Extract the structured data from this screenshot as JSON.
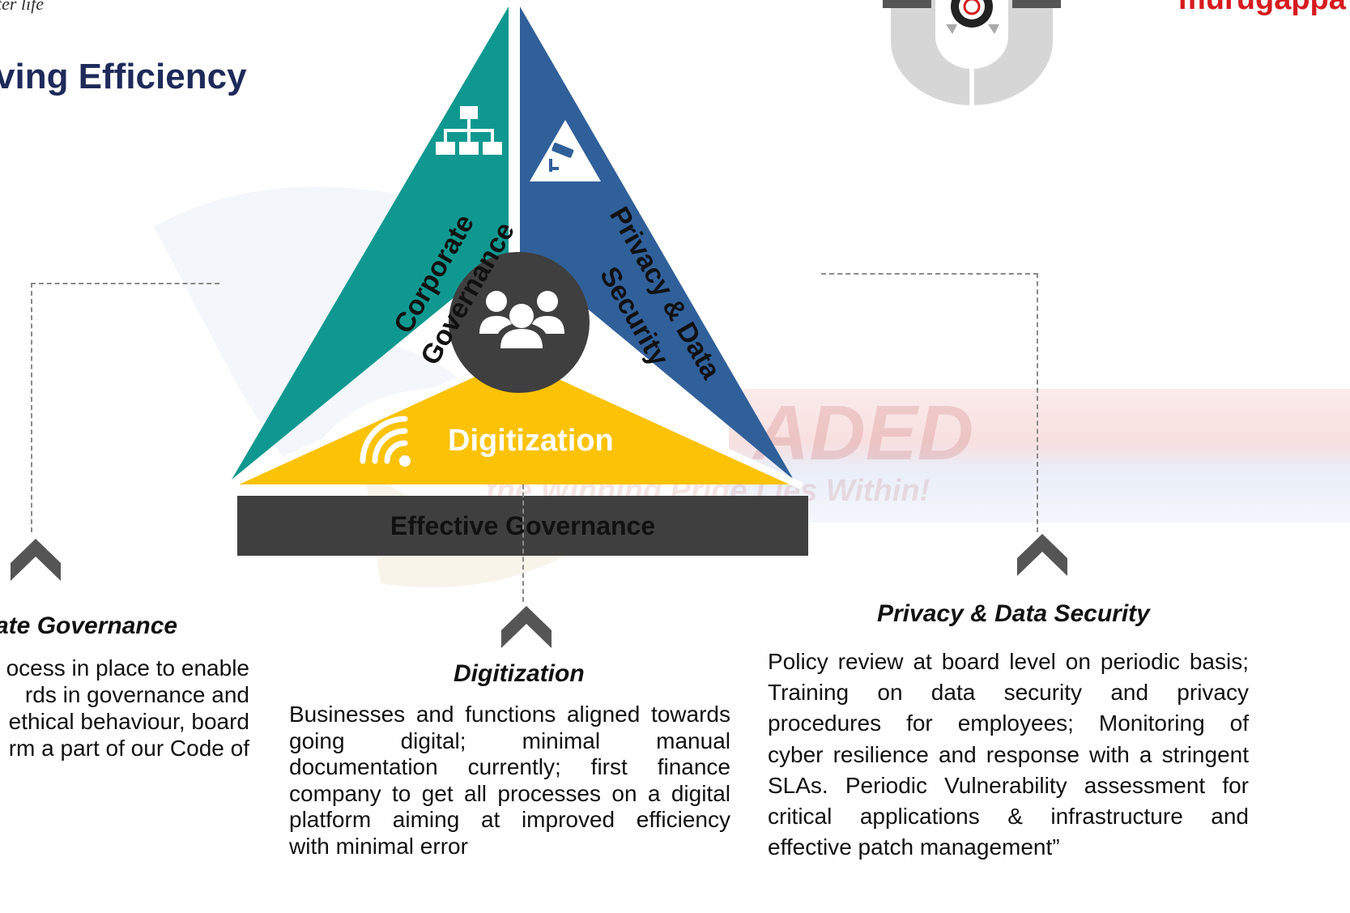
{
  "header": {
    "tagline": "ter life",
    "title": "ving Efficiency",
    "brand": "murugappa"
  },
  "watermark": {
    "word": "ADED",
    "line": "the Winning Pride Lies Within!"
  },
  "diagram": {
    "left_label_line1": "Corporate",
    "left_label_line2": "Governance",
    "right_label_line1": "Privacy & Data",
    "right_label_line2": "Security",
    "bottom_label": "Digitization",
    "base_label": "Effective Governance",
    "icons": [
      "org-chart-icon",
      "cctv-camera-icon",
      "group-people-icon",
      "wifi-signal-icon"
    ],
    "colors": {
      "teal": "#0f9890",
      "blue": "#30609a",
      "yellow": "#fbc206",
      "center": "#3f3f3f",
      "base": "#3f3f3f"
    }
  },
  "sections": {
    "left": {
      "title": "ate Governance",
      "lines": [
        "ocess in place to enable",
        "rds in governance and",
        "ethical behaviour, board",
        "rm a part of our Code of"
      ]
    },
    "middle": {
      "title": "Digitization",
      "lines": [
        "Businesses and functions aligned towards",
        "going digital; minimal manual",
        "documentation currently; first finance",
        "company to get all processes on a digital",
        "platform aiming at improved efficiency",
        "with minimal error"
      ]
    },
    "right": {
      "title": "Privacy & Data Security",
      "lines": [
        "Policy review at board level on periodic basis;",
        "Training on data security and privacy",
        "procedures for employees; Monitoring of",
        "cyber resilience and response with a stringent",
        "SLAs. Periodic Vulnerability assessment for",
        "critical applications & infrastructure and",
        "effective patch management”"
      ]
    }
  }
}
